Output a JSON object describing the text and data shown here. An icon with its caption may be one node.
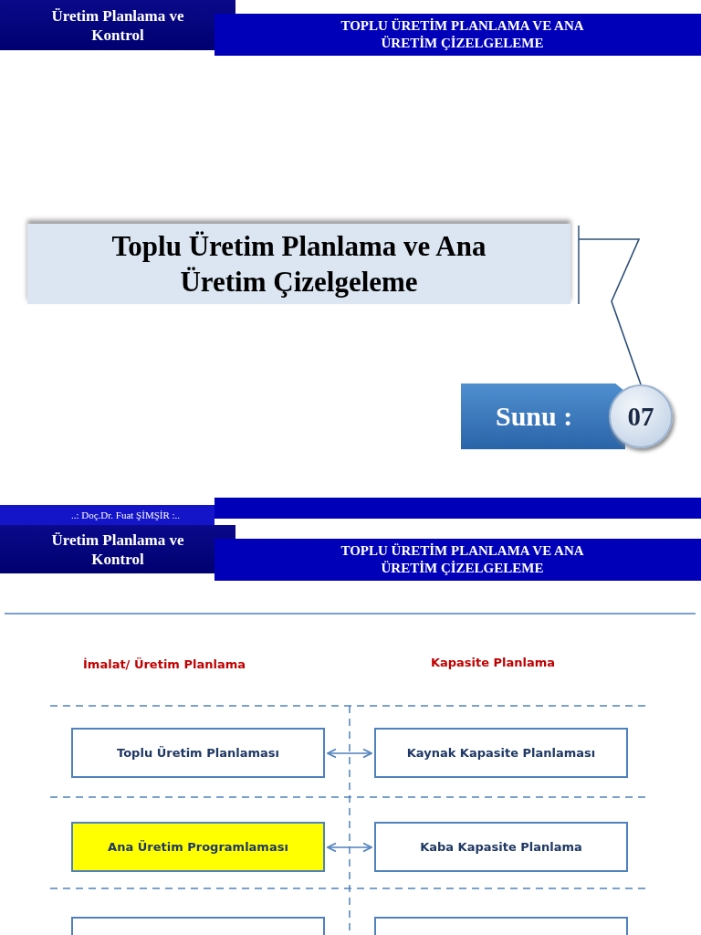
{
  "diagram": {
    "nodes": [
      {
        "text": [
          "Üretim Planlama ve Kontrol"
        ]
      },
      {
        "text": [
          "TOPLU ÜRETİM PLANLAMA VE ANA ÜRETİM ÇİZELGELEME"
        ]
      },
      {
        "text": [
          "Toplu Üretim Planlama ve Ana Üretim Çizelgeleme"
        ]
      },
      {
        "text": [
          "Sunu :"
        ]
      },
      {
        "text": [
          "07"
        ]
      },
      {
        "text": [
          "..: Doç.Dr. Fuat ŞİMŞİR :.."
        ]
      },
      {
        "text": [
          "Üretim Planlama ve Kontrol"
        ]
      },
      {
        "text": [
          "TOPLU ÜRETİM PLANLAMA VE ANA ÜRETİM ÇİZELGELEME"
        ]
      },
      {
        "text": [
          "Toplu Üretim Planlaması"
        ]
      },
      {
        "text": [
          "Kaynak Kapasite Planlaması"
        ]
      },
      {
        "text": [
          "Ana Üretim Programlaması"
        ]
      },
      {
        "text": [
          "Kaba Kapasite Planlama"
        ]
      },
      {
        "text": [],
        "shape": "box"
      },
      {
        "text": [],
        "shape": "box"
      }
    ],
    "edges": [
      {
        "from": 2,
        "to": 4,
        "arrow": "none"
      },
      {
        "from": 8,
        "to": 9,
        "arrow": "both"
      },
      {
        "from": 10,
        "to": 11,
        "arrow": "both"
      }
    ],
    "labels": [
      "İmalat/ Üretim Planlama",
      "Kapasite Planlama"
    ]
  }
}
